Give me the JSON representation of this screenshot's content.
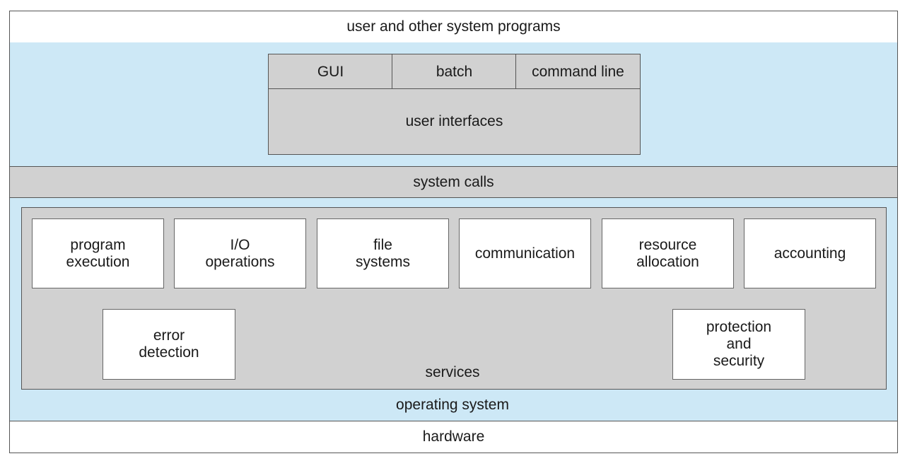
{
  "layers": {
    "user_programs": "user and other system programs",
    "system_calls": "system calls",
    "operating_system": "operating system",
    "hardware": "hardware"
  },
  "user_interfaces": {
    "title": "user interfaces",
    "items": [
      "GUI",
      "batch",
      "command line"
    ]
  },
  "services": {
    "title": "services",
    "items": [
      "program\nexecution",
      "I/O\noperations",
      "file\nsystems",
      "communication",
      "resource\nallocation",
      "accounting",
      "error\ndetection",
      "protection\nand\nsecurity"
    ]
  },
  "colors": {
    "os_background": "#cde8f6",
    "gray_layer": "#d1d1d1",
    "box_white": "#ffffff",
    "border": "#555555"
  }
}
